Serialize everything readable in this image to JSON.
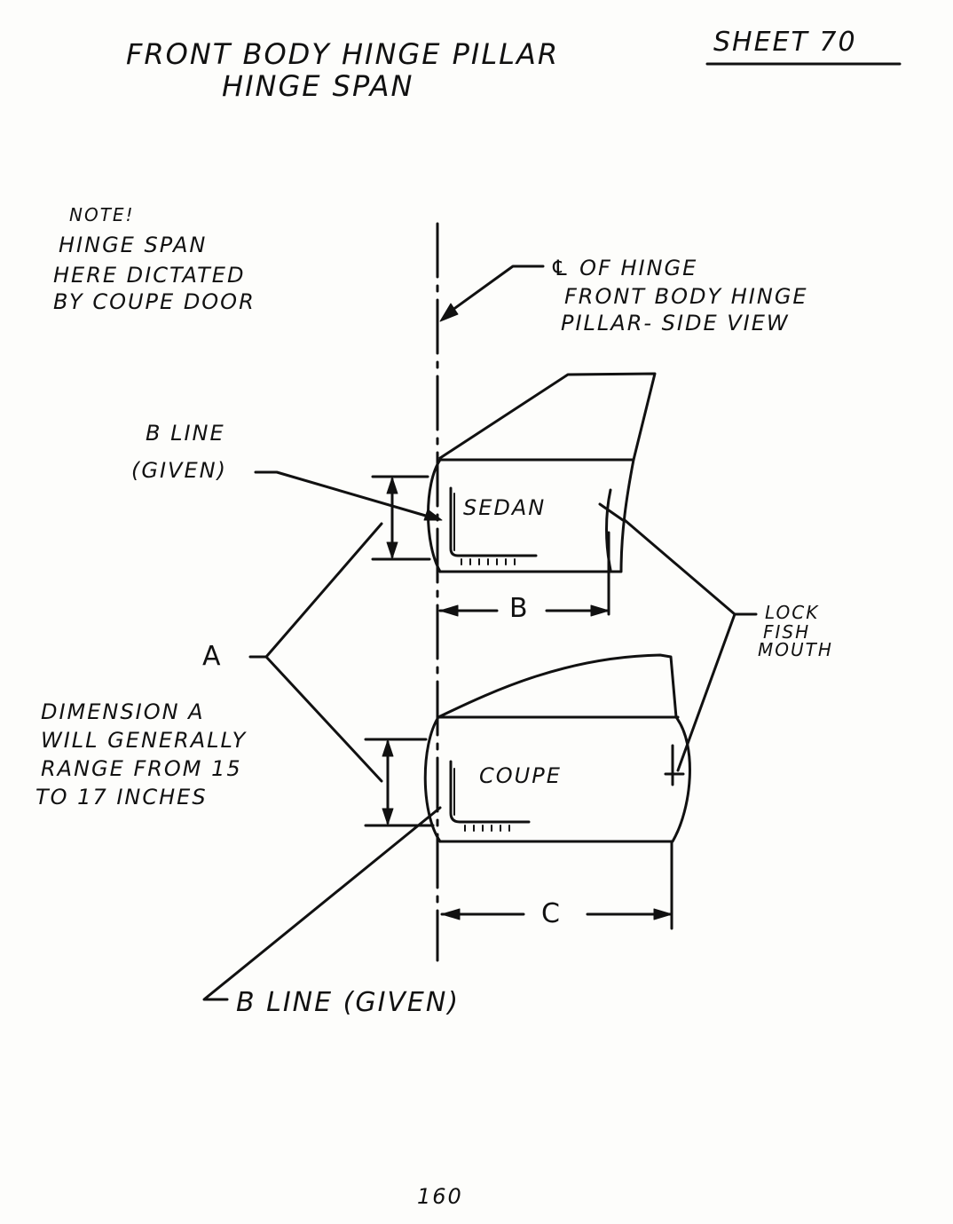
{
  "header": {
    "title_line1": "FRONT BODY HINGE PILLAR",
    "title_line2": "HINGE SPAN",
    "sheet": "SHEET 70"
  },
  "note": {
    "line1": "NOTE!",
    "line2": "HINGE SPAN",
    "line3": "HERE DICTATED",
    "line4": "BY COUPE DOOR"
  },
  "centerline_label": {
    "line1": "℄ OF HINGE",
    "line2": "FRONT BODY HINGE",
    "line3": "PILLAR- SIDE VIEW"
  },
  "b_line_top": {
    "line1": "B LINE",
    "line2": "(GIVEN)"
  },
  "sedan_label": "SEDAN",
  "coupe_label": "COUPE",
  "dim_b": "B",
  "dim_c": "C",
  "dim_a": "A",
  "lock_label": {
    "line1": "LOCK",
    "line2": "FISH",
    "line3": "MOUTH"
  },
  "dimension_note": {
    "line1": "DIMENSION A",
    "line2": "WILL GENERALLY",
    "line3": "RANGE FROM 15",
    "line4": "TO 17 INCHES"
  },
  "b_line_bottom": "B LINE (GIVEN)",
  "page_number": "160"
}
